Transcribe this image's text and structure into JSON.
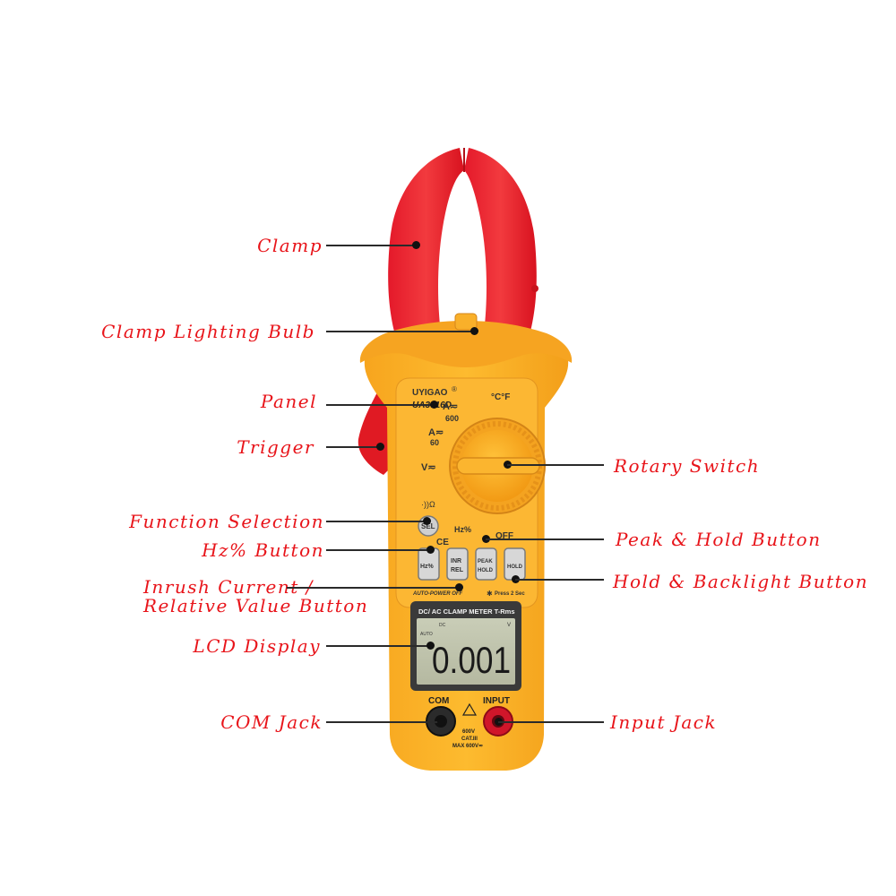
{
  "device": {
    "brand": "UYIGAO",
    "registered": "®",
    "model": "UA3016D",
    "lcd_header": "DC/ AC CLAMP METER T-Rms",
    "lcd_reading": "0.001",
    "lcd_dc": "DC",
    "lcd_auto": "AUTO",
    "lcd_unit": "V",
    "dial": {
      "temp": "°C°F",
      "a600_symbol": "A≂",
      "a600_value": "600",
      "a60_symbol": "A≂",
      "a60_value": "60",
      "volt": "V≂",
      "off": "OFF",
      "hz": "Hz%"
    },
    "buttons": {
      "sel": "SEL",
      "hz_top": "Hz%",
      "inr_top": "INR",
      "inr_bottom": "REL",
      "peak_top": "PEAK",
      "peak_bottom": "HOLD",
      "hold": "HOLD"
    },
    "marks": {
      "ce": "CE",
      "auto_power_off": "AUTO-POWER OFF",
      "press_2_sec": "Press 2 Sec"
    },
    "jacks": {
      "com_label": "COM",
      "input_label": "INPUT",
      "rating_1": "600V",
      "rating_2": "CAT.III",
      "rating_3": "MAX 600V≂"
    }
  },
  "callouts_left": [
    {
      "id": "clamp",
      "label": "Clamp"
    },
    {
      "id": "clamp-lighting-bulb",
      "label": "Clamp Lighting Bulb"
    },
    {
      "id": "panel",
      "label": "Panel"
    },
    {
      "id": "trigger",
      "label": "Trigger"
    },
    {
      "id": "function-selection",
      "label": "Function Selection"
    },
    {
      "id": "hz-button",
      "label": "Hz% Button"
    },
    {
      "id": "inrush-current",
      "label_line1": "Inrush Current /",
      "label_line2": "Relative Value Button"
    },
    {
      "id": "lcd-display",
      "label": "LCD Display"
    },
    {
      "id": "com-jack",
      "label": "COM Jack"
    }
  ],
  "callouts_right": [
    {
      "id": "rotary-switch",
      "label": "Rotary Switch"
    },
    {
      "id": "peak-hold-button",
      "label": "Peak & Hold Button"
    },
    {
      "id": "hold-backlight-button",
      "label": "Hold & Backlight Button"
    },
    {
      "id": "input-jack",
      "label": "Input Jack"
    }
  ]
}
